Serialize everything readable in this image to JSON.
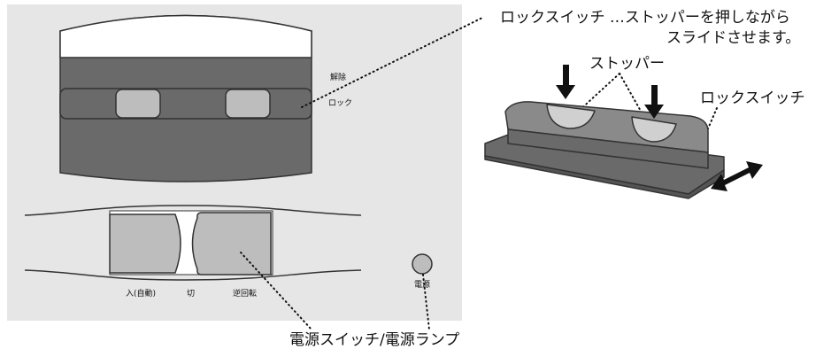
{
  "panel_labels": {
    "release": "解除",
    "lock": "ロック",
    "on_auto": "入(自動)",
    "off": "切",
    "reverse": "逆回転",
    "power": "電源"
  },
  "callouts": {
    "lock_switch_desc_1": "ロックスイッチ …ストッパーを押しながら",
    "lock_switch_desc_2": "スライドさせます。",
    "stopper": "ストッパー",
    "lock_switch": "ロックスイッチ",
    "power_switch": "電源スイッチ/電源ランプ"
  }
}
